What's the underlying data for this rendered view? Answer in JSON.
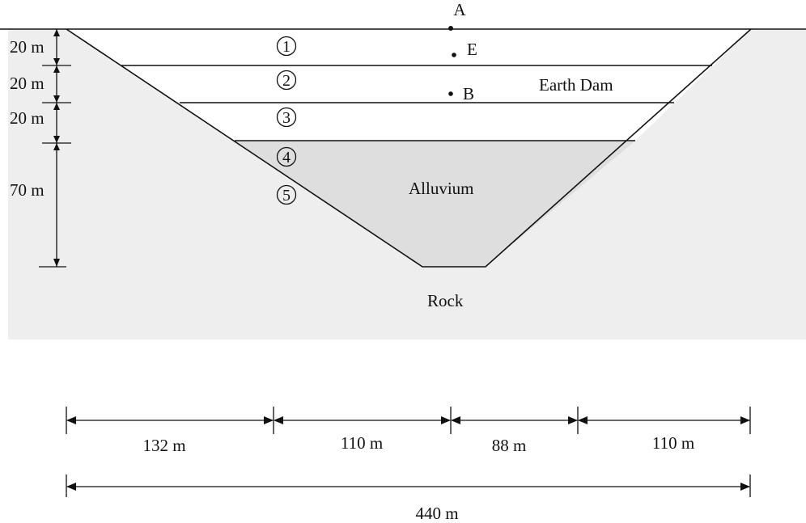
{
  "colors": {
    "rock": "#eeeeee",
    "alluvium": "#dedede",
    "dam": "#ffffff",
    "line": "#111111"
  },
  "points": {
    "a": "A",
    "e": "E",
    "b": "B"
  },
  "materials": {
    "earth_dam": "Earth Dam",
    "alluvium": "Alluvium",
    "rock": "Rock"
  },
  "layers": [
    "1",
    "2",
    "3",
    "4",
    "5"
  ],
  "vertical_dims": [
    "20 m",
    "20 m",
    "20 m",
    "70 m"
  ],
  "horizontal_dims": [
    "132 m",
    "110 m",
    "88 m",
    "110 m"
  ],
  "total_width": "440 m"
}
